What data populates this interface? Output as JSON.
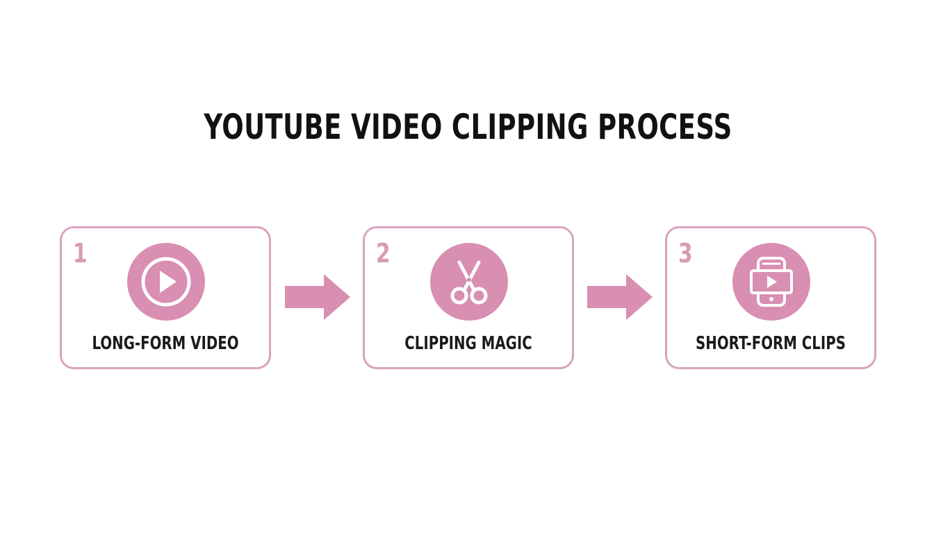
{
  "title": "YOUTUBE VIDEO CLIPPING PROCESS",
  "colors": {
    "accent": "#d88fb1",
    "border": "#d9a3be",
    "number": "#d89bb8",
    "text": "#111111"
  },
  "steps": [
    {
      "number": "1",
      "label": "LONG-FORM VIDEO",
      "icon": "play-icon"
    },
    {
      "number": "2",
      "label": "CLIPPING MAGIC",
      "icon": "scissors-icon"
    },
    {
      "number": "3",
      "label": "SHORT-FORM CLIPS",
      "icon": "phone-video-icon"
    }
  ],
  "connectors": [
    "arrow-right-icon",
    "arrow-right-icon"
  ]
}
